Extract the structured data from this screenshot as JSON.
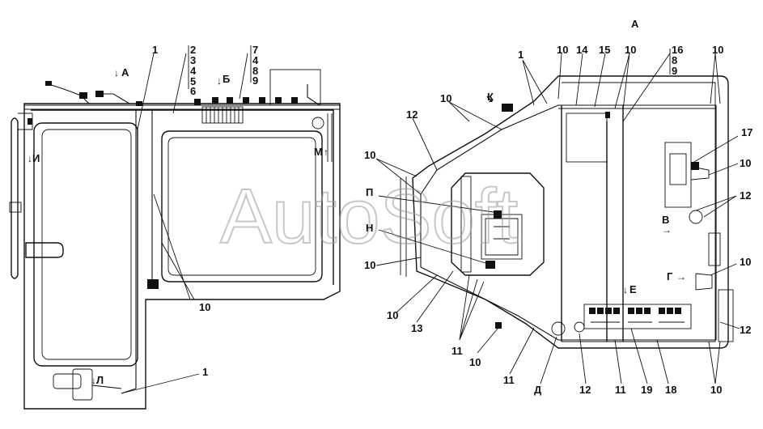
{
  "watermark": "AutoSoft",
  "view_label_a": "А",
  "left_view": {
    "refs_top": [
      "1",
      "2",
      "3",
      "4",
      "5",
      "6",
      "7",
      "4",
      "8",
      "9"
    ],
    "view_marks": [
      "А",
      "Б",
      "И",
      "М",
      "Л"
    ],
    "refs_other": [
      "10",
      "1"
    ]
  },
  "right_view": {
    "refs_top": [
      "1",
      "10",
      "14",
      "15",
      "10",
      "16",
      "8",
      "9",
      "10"
    ],
    "refs_left": [
      "12",
      "10",
      "10",
      "10",
      "10",
      "13"
    ],
    "refs_right": [
      "17",
      "10",
      "12",
      "10",
      "12"
    ],
    "refs_bottom": [
      "11",
      "10",
      "11",
      "12",
      "11",
      "19",
      "18",
      "10"
    ],
    "letters": [
      "К",
      "П",
      "Н",
      "В",
      "Г",
      "Е",
      "Д"
    ]
  }
}
